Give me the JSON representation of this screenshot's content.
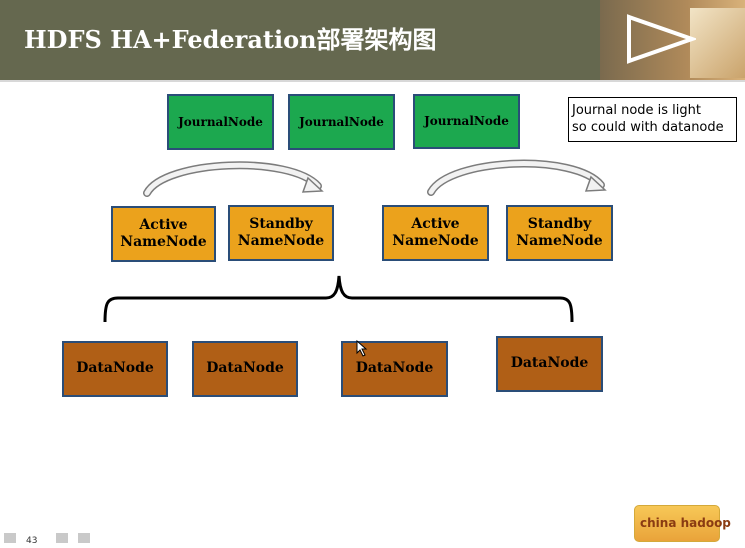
{
  "header": {
    "title": "HDFS HA+Federation部署架构图"
  },
  "note": {
    "text": "Journal node is light\nso could with datanode"
  },
  "journal_nodes": [
    {
      "label": "JournalNode"
    },
    {
      "label": "JournalNode"
    },
    {
      "label": "JournalNode"
    }
  ],
  "namenodes": [
    {
      "label": "Active\nNameNode"
    },
    {
      "label": "Standby\nNameNode"
    },
    {
      "label": "Active\nNameNode"
    },
    {
      "label": "Standby\nNameNode"
    }
  ],
  "datanodes": [
    {
      "label": "DataNode"
    },
    {
      "label": "DataNode"
    },
    {
      "label": "DataNode"
    },
    {
      "label": "DataNode"
    }
  ],
  "footer": {
    "page_number": "43",
    "logo_text": "china hadoop"
  },
  "colors": {
    "header": "#65684f",
    "journalnode": "#1ca84f",
    "namenode": "#eba21c",
    "datanode": "#b05f16",
    "border": "#2a4d78"
  }
}
